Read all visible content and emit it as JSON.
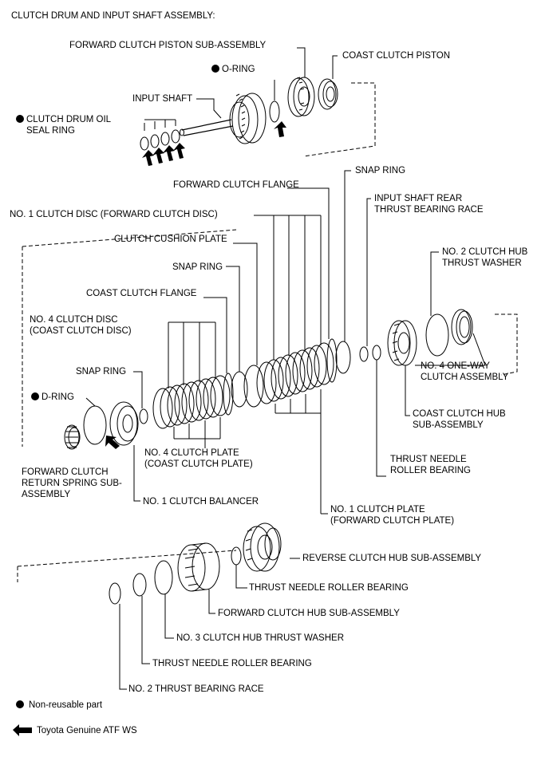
{
  "title": "CLUTCH DRUM AND INPUT SHAFT ASSEMBLY:",
  "labels": {
    "forward_clutch_piston": "FORWARD CLUTCH PISTON SUB-ASSEMBLY",
    "coast_clutch_piston": "COAST CLUTCH PISTON",
    "o_ring": "O-RING",
    "input_shaft": "INPUT SHAFT",
    "clutch_drum_oil_seal_ring_1": "CLUTCH DRUM OIL",
    "clutch_drum_oil_seal_ring_2": "SEAL RING",
    "snap_ring_top": "SNAP RING",
    "forward_clutch_flange": "FORWARD CLUTCH FLANGE",
    "input_shaft_rear_race_1": "INPUT SHAFT REAR",
    "input_shaft_rear_race_2": "THRUST BEARING RACE",
    "no1_clutch_disc": "NO. 1 CLUTCH DISC (FORWARD CLUTCH DISC)",
    "clutch_cushion_plate": "CLUTCH CUSHION PLATE",
    "snap_ring_mid": "SNAP RING",
    "no2_hub_washer_1": "NO. 2 CLUTCH HUB",
    "no2_hub_washer_2": "THRUST WASHER",
    "coast_clutch_flange": "COAST CLUTCH FLANGE",
    "no4_clutch_disc_1": "NO. 4 CLUTCH DISC",
    "no4_clutch_disc_2": "(COAST CLUTCH DISC)",
    "no4_one_way_1": "NO. 4 ONE-WAY",
    "no4_one_way_2": "CLUTCH ASSEMBLY",
    "snap_ring_low": "SNAP RING",
    "d_ring": "D-RING",
    "coast_clutch_hub_1": "COAST CLUTCH HUB",
    "coast_clutch_hub_2": "SUB-ASSEMBLY",
    "no4_clutch_plate_1": "NO. 4 CLUTCH PLATE",
    "no4_clutch_plate_2": "(COAST CLUTCH PLATE)",
    "thrust_needle_bearing_mid_1": "THRUST NEEDLE",
    "thrust_needle_bearing_mid_2": "ROLLER BEARING",
    "fwd_return_spring_1": "FORWARD CLUTCH",
    "fwd_return_spring_2": "RETURN SPRING SUB-",
    "fwd_return_spring_3": "ASSEMBLY",
    "no1_clutch_balancer": "NO. 1 CLUTCH BALANCER",
    "no1_clutch_plate_1": "NO. 1 CLUTCH PLATE",
    "no1_clutch_plate_2": "(FORWARD CLUTCH PLATE)",
    "reverse_clutch_hub": "REVERSE CLUTCH HUB SUB-ASSEMBLY",
    "thrust_needle_bearing_low": "THRUST NEEDLE ROLLER BEARING",
    "forward_clutch_hub": "FORWARD CLUTCH HUB SUB-ASSEMBLY",
    "no3_hub_washer": "NO. 3 CLUTCH HUB THRUST WASHER",
    "thrust_needle_bearing_bottom": "THRUST NEEDLE ROLLER BEARING",
    "no2_thrust_race": "NO. 2 THRUST BEARING RACE"
  },
  "legend": {
    "non_reusable": "Non-reusable part",
    "atf": "Toyota Genuine ATF WS"
  },
  "icons": {
    "non_reusable": "filled-circle-icon",
    "atf": "arrow-left-icon"
  }
}
